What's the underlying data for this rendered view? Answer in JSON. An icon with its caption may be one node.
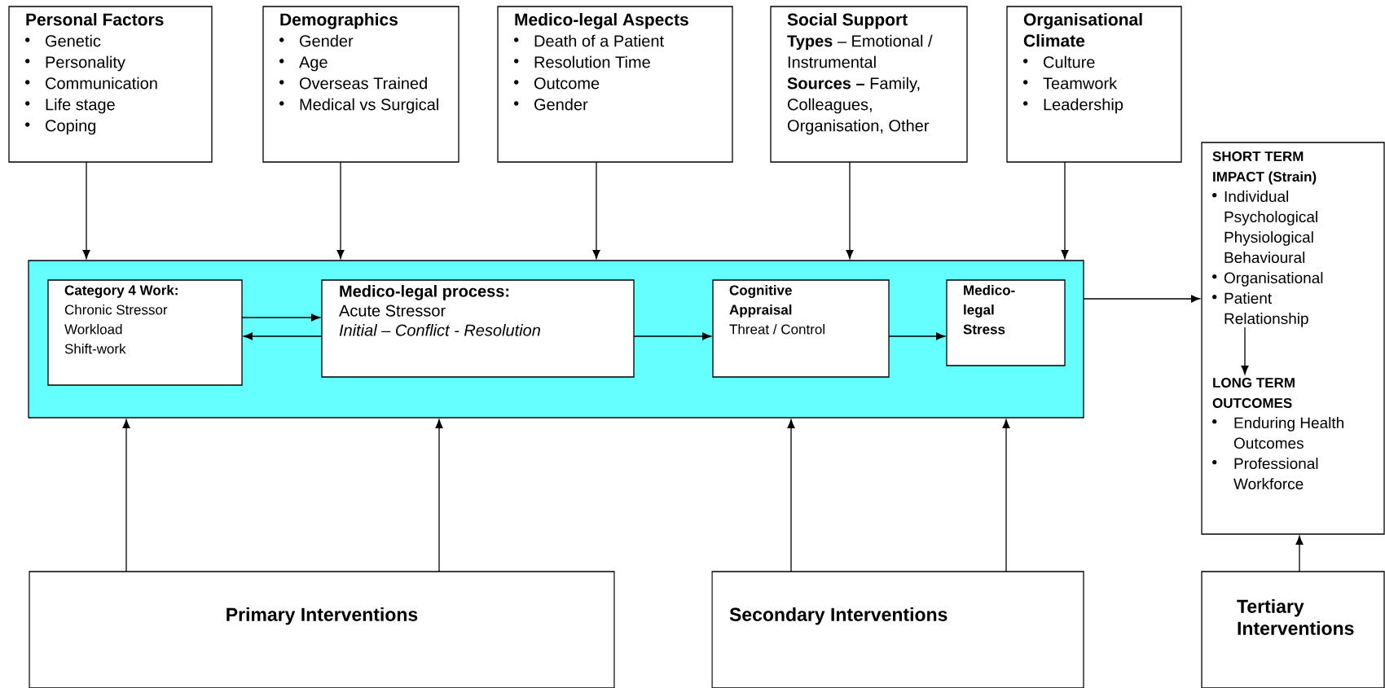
{
  "diagram": {
    "nodes": [
      {
        "text": [
          "Personal Factors",
          "Genetic",
          "Personality",
          "Communication",
          "Life stage",
          "Coping"
        ]
      },
      {
        "text": [
          "Demographics",
          "Gender",
          "Age",
          "Overseas Trained",
          "Medical vs Surgical"
        ]
      },
      {
        "text": [
          "Medico-legal Aspects",
          "Death of a Patient",
          "Resolution Time",
          "Outcome",
          "Gender"
        ]
      },
      {
        "text": [
          "Social Support",
          "**Types** – Emotional / Instrumental",
          "**Sources –** Family, Colleagues, Organisation, Other"
        ]
      },
      {
        "text": [
          "Organisational Climate",
          "Culture",
          "Teamwork",
          "Leadership"
        ]
      },
      {
        "text": [],
        "shape": "box"
      },
      {
        "text": [
          "SHORT TERM IMPACT (Strain)",
          "Individual Psychological Physiological Behavioural",
          "Organisational",
          "Patient Relationship"
        ],
        "in": 5
      },
      {
        "text": [
          "LONG TERM OUTCOMES",
          "Enduring Health Outcomes",
          "Professional Workforce"
        ],
        "in": 5
      },
      {
        "text": [],
        "shape": "box"
      },
      {
        "text": [
          "Category 4 Work:",
          "Chronic Stressor",
          "Workload",
          "Shift-work"
        ],
        "in": 8
      },
      {
        "text": [
          "Medico-legal process:",
          "Acute Stressor",
          "Initial – Conflict - Resolution"
        ],
        "in": 8
      },
      {
        "text": [
          "Cognitive Appraisal",
          "Threat / Control"
        ],
        "in": 8
      },
      {
        "text": [
          "Medico-legal Stress"
        ],
        "in": 8
      },
      {
        "text": [
          "Primary Interventions"
        ]
      },
      {
        "text": [
          "Secondary Interventions"
        ]
      },
      {
        "text": [
          "Tertiary Interventions"
        ]
      }
    ],
    "edges": [
      {
        "from": 0,
        "to": 8,
        "arrow": "to"
      },
      {
        "from": 1,
        "to": 8,
        "arrow": "to"
      },
      {
        "from": 2,
        "to": 8,
        "arrow": "to"
      },
      {
        "from": 3,
        "to": 8,
        "arrow": "to"
      },
      {
        "from": 4,
        "to": 8,
        "arrow": "to"
      },
      {
        "from": 9,
        "to": 10,
        "arrow": "to"
      },
      {
        "from": 10,
        "to": 9,
        "arrow": "to"
      },
      {
        "from": 10,
        "to": 11,
        "arrow": "to"
      },
      {
        "from": 11,
        "to": 12,
        "arrow": "to"
      },
      {
        "from": 8,
        "to": 5,
        "arrow": "to"
      },
      {
        "from": 6,
        "to": 7,
        "arrow": "to"
      },
      {
        "from": 13,
        "to": 8,
        "arrow": "to"
      },
      {
        "from": 13,
        "to": 8,
        "arrow": "to"
      },
      {
        "from": 14,
        "to": 8,
        "arrow": "to"
      },
      {
        "from": 14,
        "to": 8,
        "arrow": "to"
      },
      {
        "from": 15,
        "to": 5,
        "arrow": "to"
      }
    ]
  }
}
